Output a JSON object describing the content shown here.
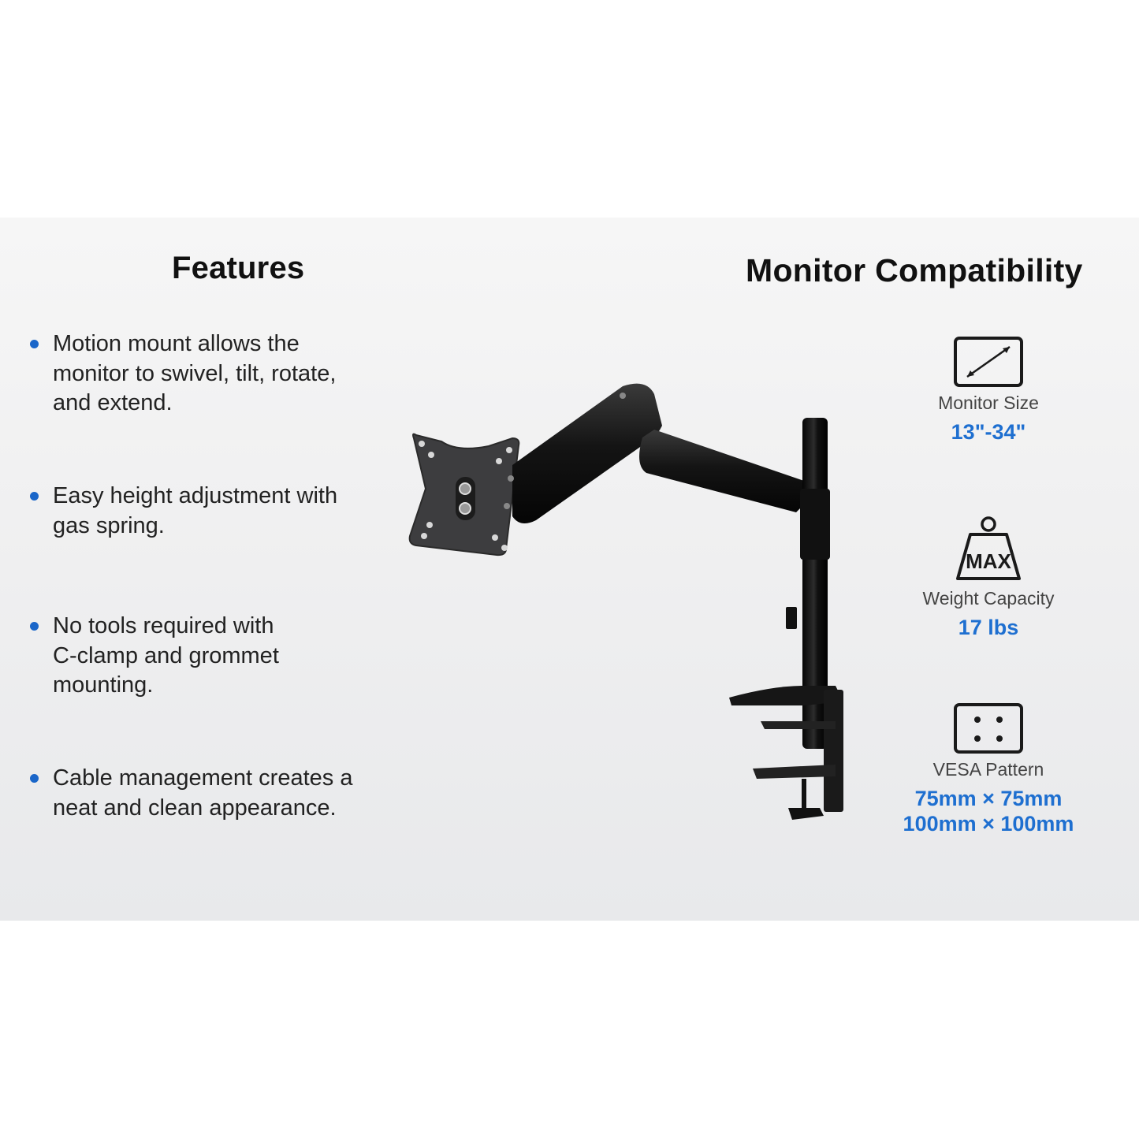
{
  "features": {
    "title": "Features",
    "items": [
      {
        "text": "Motion mount allows the\nmonitor to swivel, tilt, rotate,\nand extend."
      },
      {
        "text": "Easy height adjustment with\ngas spring."
      },
      {
        "text": "No tools required with\nC-clamp and grommet\nmounting."
      },
      {
        "text": "Cable management creates a\nneat and clean appearance."
      }
    ]
  },
  "compatibility": {
    "title": "Monitor Compatibility",
    "specs": [
      {
        "icon": "monitor-size-icon",
        "label": "Monitor Size",
        "value": "13\"-34\""
      },
      {
        "icon": "weight-icon",
        "icon_text": "MAX",
        "label": "Weight Capacity",
        "value": "17 lbs"
      },
      {
        "icon": "vesa-pattern-icon",
        "label": "VESA Pattern",
        "value": "75mm × 75mm\n100mm × 100mm"
      }
    ]
  },
  "colors": {
    "accent": "#1e6fd0",
    "bullet": "#1a66c9",
    "panel_bg": "#efeff0",
    "product": "#1a1a1a"
  }
}
